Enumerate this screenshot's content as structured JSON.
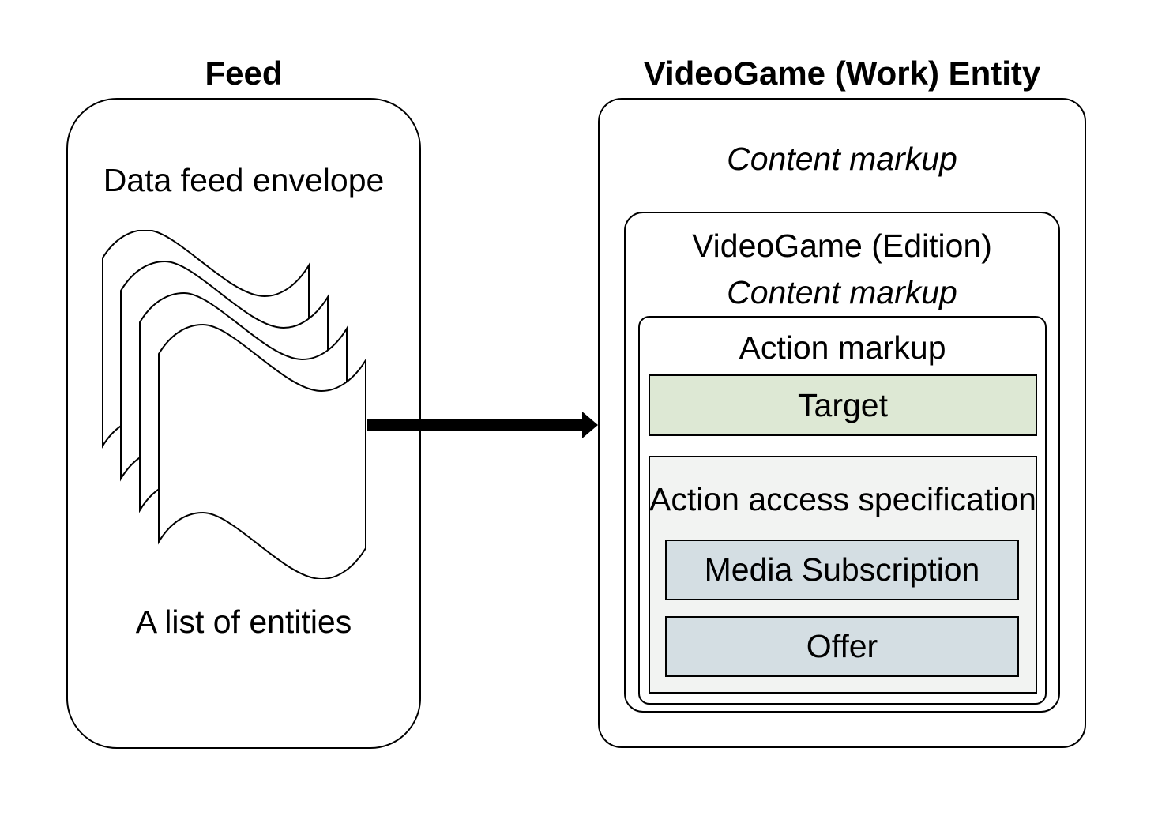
{
  "feed": {
    "title": "Feed",
    "envelope_label": "Data feed envelope",
    "list_label": "A list of entities"
  },
  "work": {
    "title": "VideoGame (Work) Entity",
    "content_markup": "Content markup",
    "edition": {
      "title": "VideoGame (Edition)",
      "content_markup": "Content markup",
      "action": {
        "title": "Action markup",
        "target": "Target",
        "access": {
          "title": "Action access specification",
          "items": [
            "Media Subscription",
            "Offer"
          ]
        }
      }
    }
  },
  "colors": {
    "target_fill": "#dde8d4",
    "access_fill": "#f2f3f2",
    "item_fill": "#d4dee3",
    "border": "#000000",
    "arrow": "#000000"
  }
}
